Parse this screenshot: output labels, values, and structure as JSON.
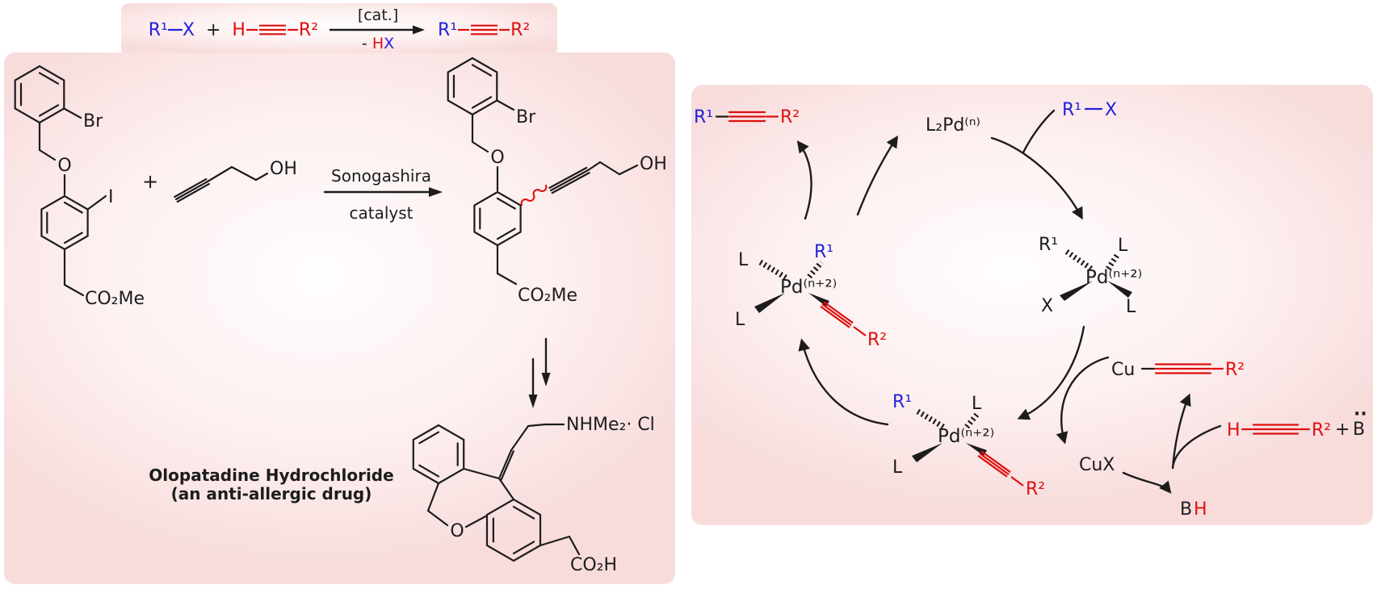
{
  "colors": {
    "accent_red": "#de1010",
    "accent_blue": "#2222dd",
    "ink": "#1c1c1c",
    "panel_pink_edge": "#f8dcdc",
    "panel_pink_center": "#fffdfd"
  },
  "scheme": {
    "r1": "R¹",
    "x": "X",
    "plus": "+",
    "h": "H",
    "r2": "R²",
    "cat": "[cat.]",
    "minus": "- ",
    "hx_h": "H",
    "hx_x": "X",
    "product_r1": "R¹",
    "product_r2": "R²"
  },
  "synthesis": {
    "reactant": {
      "br": "Br",
      "o": "O",
      "i": "I",
      "ester": "CO₂Me"
    },
    "plus": "+",
    "alkynol": {
      "oh": "OH"
    },
    "arrow": {
      "top": "Sonogashira",
      "bottom": "catalyst"
    },
    "product": {
      "br": "Br",
      "o": "O",
      "oh": "OH",
      "ester": "CO₂Me"
    },
    "drug": {
      "amine": "NHMe₂· Cl",
      "o": "O",
      "acid": "CO₂H",
      "name": "Olopatadine Hydrochloride",
      "subtitle": "(an anti-allergic drug)"
    }
  },
  "cycle": {
    "product": {
      "r1": "R¹",
      "r2": "R²"
    },
    "catalyst": "L₂Pd⁽ⁿ⁾",
    "halide": {
      "r1": "R¹",
      "x": "X"
    },
    "pd": "Pd⁽ⁿ⁺²⁾",
    "right_complex": {
      "tl": "R¹",
      "tr": "L",
      "bl": "X",
      "br": "L"
    },
    "left_complex": {
      "tl": "L",
      "tr": "R¹",
      "bl": "L",
      "r2": "R²"
    },
    "bottom_complex": {
      "tl": "R¹",
      "tr": "L",
      "bl": "L",
      "r2": "R²"
    },
    "cu_acetylide": {
      "cu": "Cu",
      "r2": "R²"
    },
    "cux": "CuX",
    "alkyne": {
      "h": "H",
      "r2": "R²",
      "plus": "+",
      "base": "B",
      "lone_pair": "··"
    },
    "bh": {
      "b": "B",
      "h": "H"
    }
  }
}
